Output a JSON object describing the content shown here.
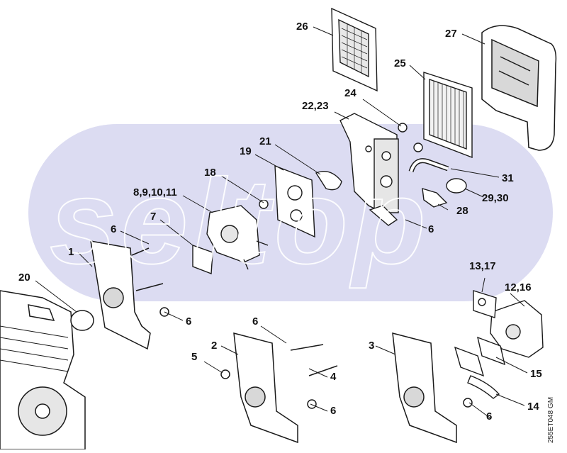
{
  "diagram": {
    "watermark": "seltop",
    "drawing_code": "255ET048 GM",
    "callouts": {
      "c1": "1",
      "c2": "2",
      "c3": "3",
      "c4": "4",
      "c5": "5",
      "c6a": "6",
      "c6b": "6",
      "c6c": "6",
      "c6d": "6",
      "c6e": "6",
      "c6f": "6",
      "c7": "7",
      "c8_11": "8,9,10,11",
      "c12_16": "12,16",
      "c13_17": "13,17",
      "c14": "14",
      "c15": "15",
      "c18": "18",
      "c19": "19",
      "c20": "20",
      "c21": "21",
      "c22_23": "22,23",
      "c24": "24",
      "c25": "25",
      "c26": "26",
      "c27": "27",
      "c28": "28",
      "c29_30": "29,30",
      "c31": "31"
    },
    "colors": {
      "band": "#dcdcf2",
      "line": "#1a1a1a",
      "part_fill": "#ffffff",
      "shade": "#bdbdbd"
    }
  }
}
